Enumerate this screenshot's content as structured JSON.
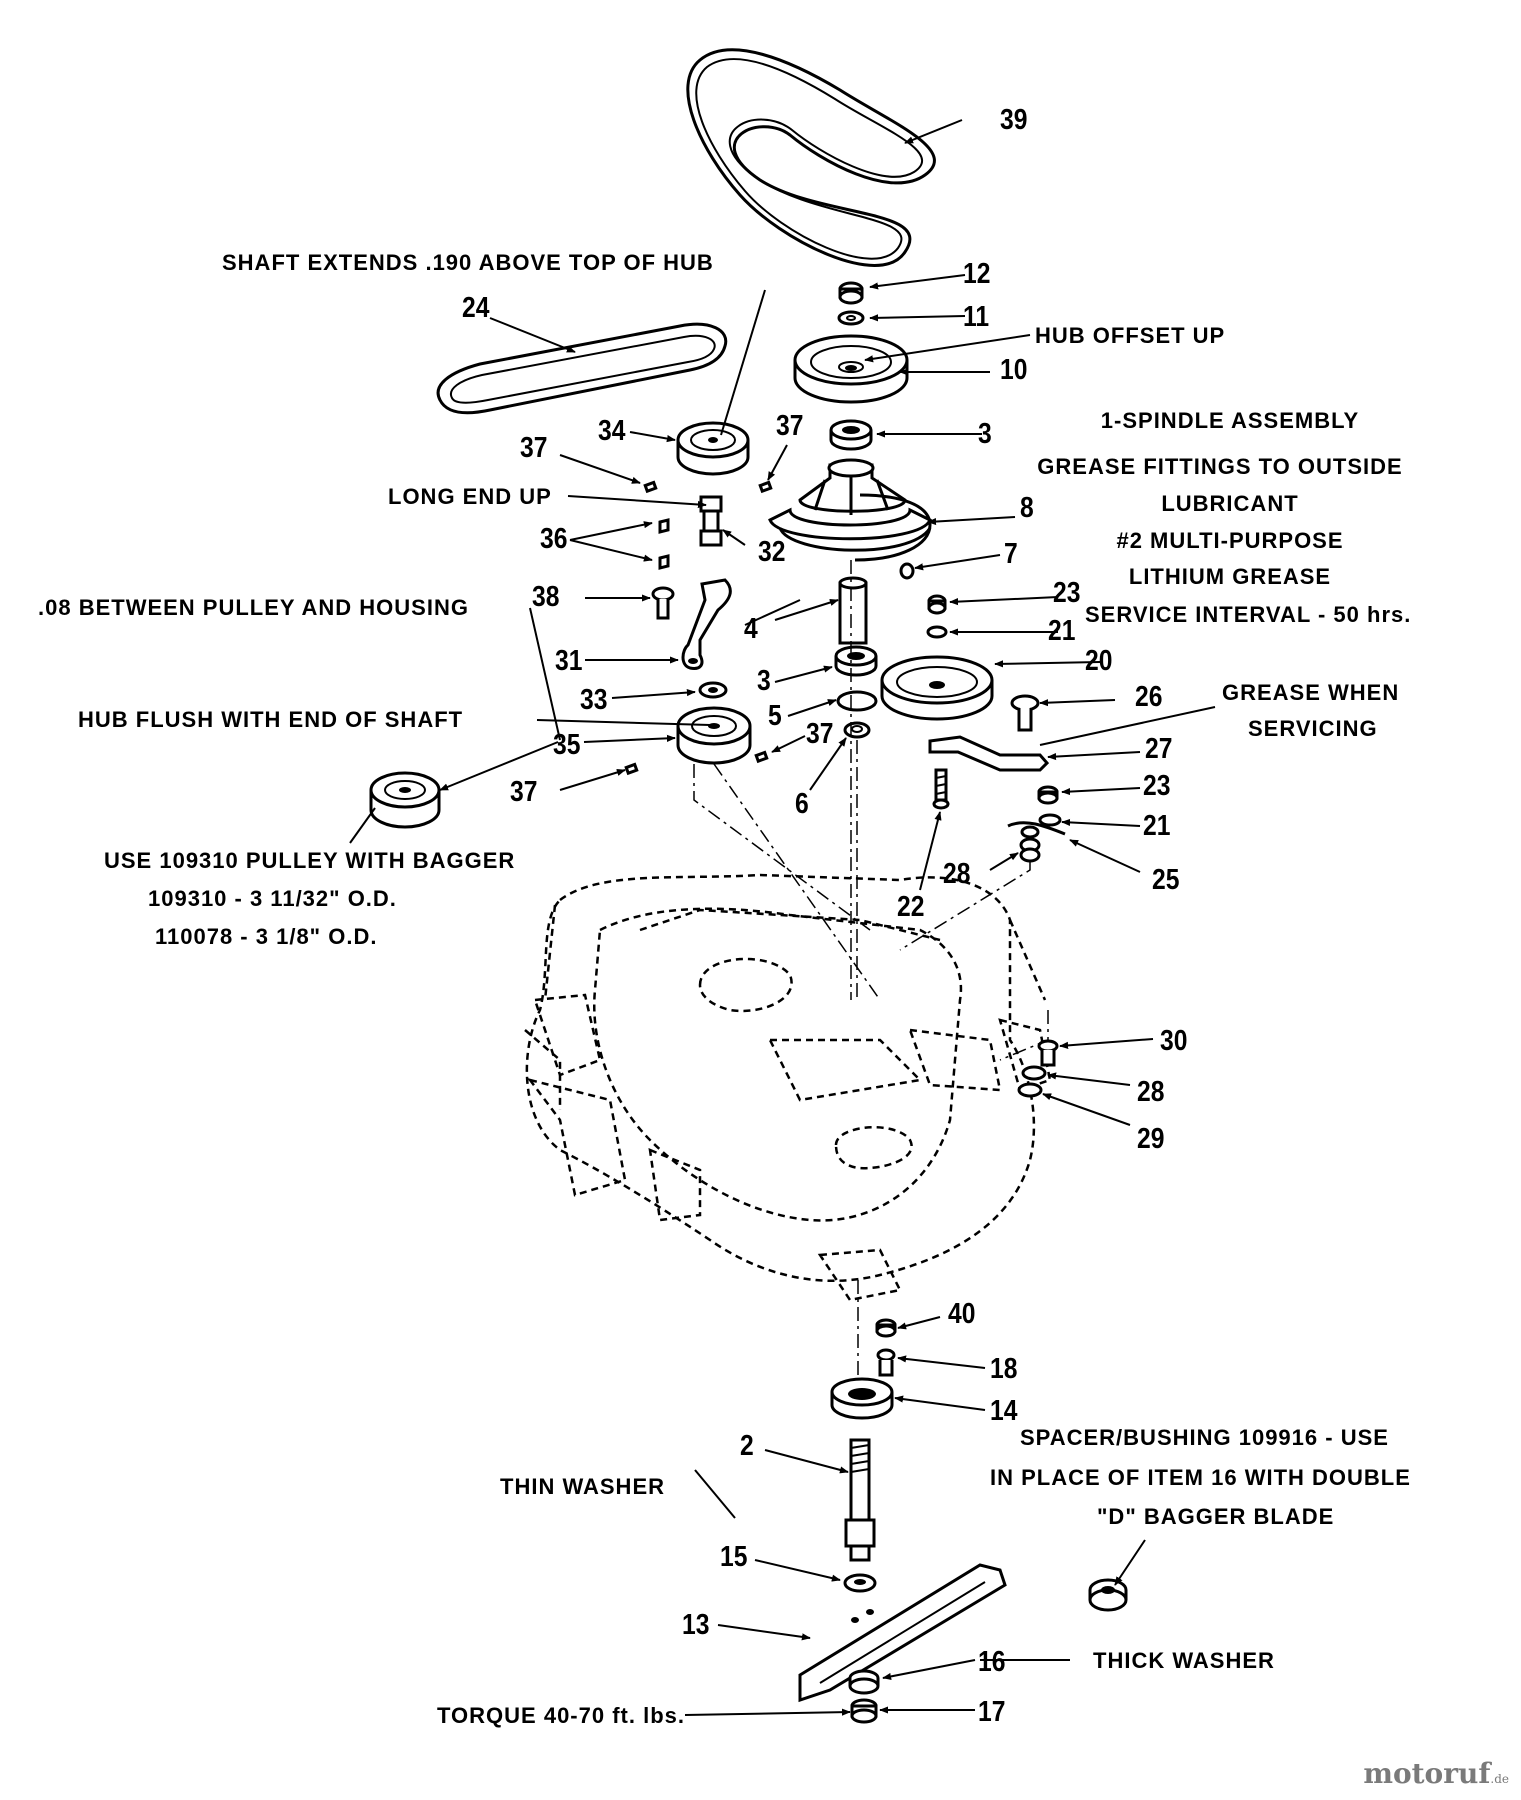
{
  "notes": {
    "shaft_extends": "SHAFT EXTENDS .190 ABOVE TOP OF HUB",
    "hub_offset_up": "HUB OFFSET UP",
    "spindle_line1": "1-SPINDLE ASSEMBLY",
    "spindle_line2": "GREASE FITTINGS TO OUTSIDE",
    "spindle_line3": "LUBRICANT",
    "spindle_line4": "#2 MULTI-PURPOSE",
    "spindle_line5": "LITHIUM GREASE",
    "spindle_line6": "SERVICE INTERVAL  - 50 hrs.",
    "long_end_up": "LONG END UP",
    "gap_note": ".08 BETWEEN PULLEY AND HOUSING",
    "hub_flush": "HUB FLUSH WITH END OF SHAFT",
    "grease_when_line1": "GREASE WHEN",
    "grease_when_line2": "SERVICING",
    "bagger_line1": "USE 109310 PULLEY WITH BAGGER",
    "bagger_line2": "109310 - 3 11/32\" O.D.",
    "bagger_line3": "110078 - 3 1/8\" O.D.",
    "spacer_line1": "SPACER/BUSHING 109916 - USE",
    "spacer_line2": "IN PLACE OF ITEM 16 WITH DOUBLE",
    "spacer_line3": "\"D\" BAGGER BLADE",
    "thin_washer": "THIN WASHER",
    "thick_washer": "THICK WASHER",
    "torque": "TORQUE 40-70 ft. lbs."
  },
  "part_numbers": {
    "n39": "39",
    "n12": "12",
    "n11": "11",
    "n10": "10",
    "n24": "24",
    "n34": "34",
    "n37a": "37",
    "n37b": "37",
    "n3a": "3",
    "n8": "8",
    "n36": "36",
    "n32": "32",
    "n7": "7",
    "n38": "38",
    "n23a": "23",
    "n21a": "21",
    "n4": "4",
    "n20": "20",
    "n31": "31",
    "n3b": "3",
    "n26": "26",
    "n33": "33",
    "n5": "5",
    "n37c": "37",
    "n35": "35",
    "n27": "27",
    "n37d": "37",
    "n6": "6",
    "n23b": "23",
    "n21b": "21",
    "n28a": "28",
    "n22": "22",
    "n25": "25",
    "n30": "30",
    "n28b": "28",
    "n29": "29",
    "n40": "40",
    "n18": "18",
    "n14": "14",
    "n2": "2",
    "n15": "15",
    "n13": "13",
    "n16": "16",
    "n17": "17"
  },
  "watermark": {
    "main": "motoruf",
    "suffix": ".de"
  }
}
